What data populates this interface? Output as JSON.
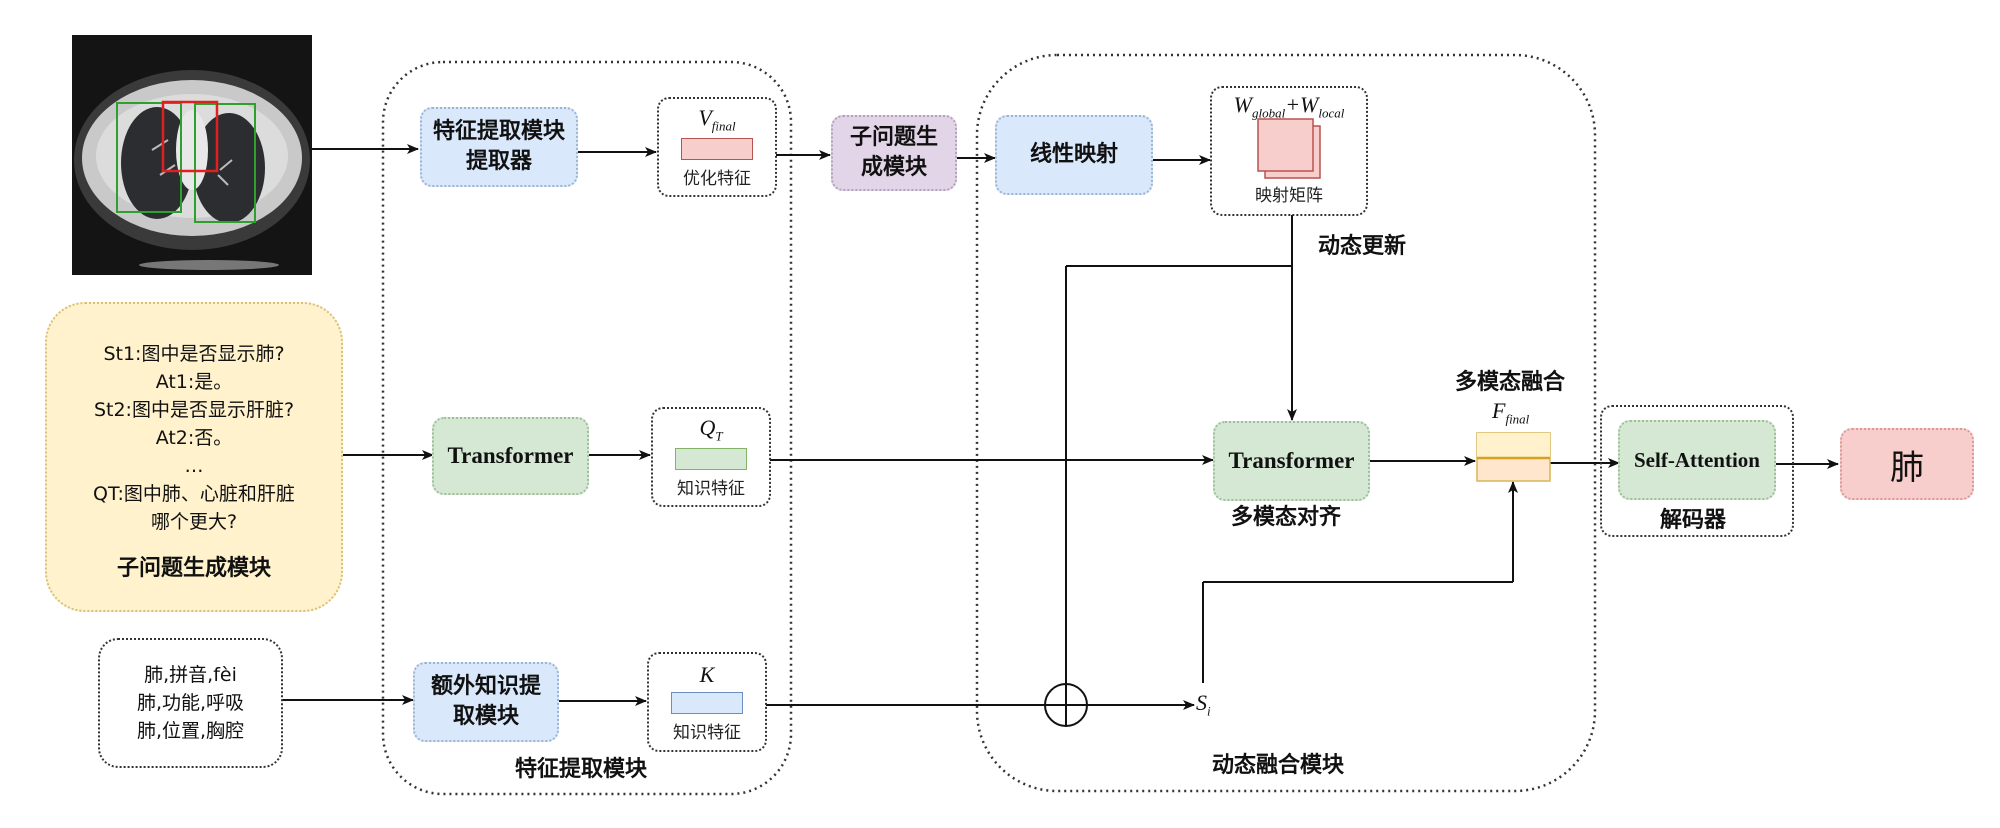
{
  "diagram": {
    "input_image": {
      "name": "lung-ct-scan",
      "boxes": {
        "green": "#2ea02e",
        "red": "#e02020"
      }
    },
    "subquestion_box": {
      "lines": [
        "St1:图中是否显示肺?",
        "At1:是。",
        "St2:图中是否显示肝脏?",
        "At2:否。",
        "…",
        "QT:图中肺、心脏和肝脏",
        "哪个更大?"
      ],
      "title": "子问题生成模块"
    },
    "knowledge_box": {
      "lines": [
        "肺,拼音,fèi",
        "肺,功能,呼吸",
        "肺,位置,胸腔"
      ]
    },
    "feature_module": {
      "title": "特征提取模块",
      "extractor": [
        "特征提取模块",
        "提取器"
      ],
      "transformer": "Transformer",
      "extra_knowledge": [
        "额外知识提",
        "取模块"
      ],
      "v_final": {
        "symbol": "V",
        "sub": "final",
        "caption": "优化特征"
      },
      "q_t": {
        "symbol": "Q",
        "sub": "T",
        "caption": "知识特征"
      },
      "k": {
        "symbol": "K",
        "sub": "",
        "caption": "知识特征"
      }
    },
    "subq_gen_node": [
      "子问题生",
      "成模块"
    ],
    "fusion_module": {
      "title": "动态融合模块",
      "linear_map": "线性映射",
      "matrix": {
        "symbol1": "W",
        "sub1": "global",
        "plus": "+",
        "symbol2": "W",
        "sub2": "local",
        "caption": "映射矩阵"
      },
      "dynamic_update": "动态更新",
      "transformer": "Transformer",
      "alignment": "多模态对齐",
      "si": {
        "symbol": "S",
        "sub": "i"
      }
    },
    "fusion_label": {
      "title": "多模态融合",
      "symbol": "F",
      "sub": "final"
    },
    "decoder": {
      "block": "Self-Attention",
      "title": "解码器"
    },
    "output": {
      "answer": "肺"
    },
    "colors": {
      "blue": "#dae8fc",
      "green": "#d5e8d4",
      "purple": "#e1d5e7",
      "pink": "#f8cecc",
      "yellow": "#fff2cc",
      "orange": "#ffe6cc"
    }
  }
}
